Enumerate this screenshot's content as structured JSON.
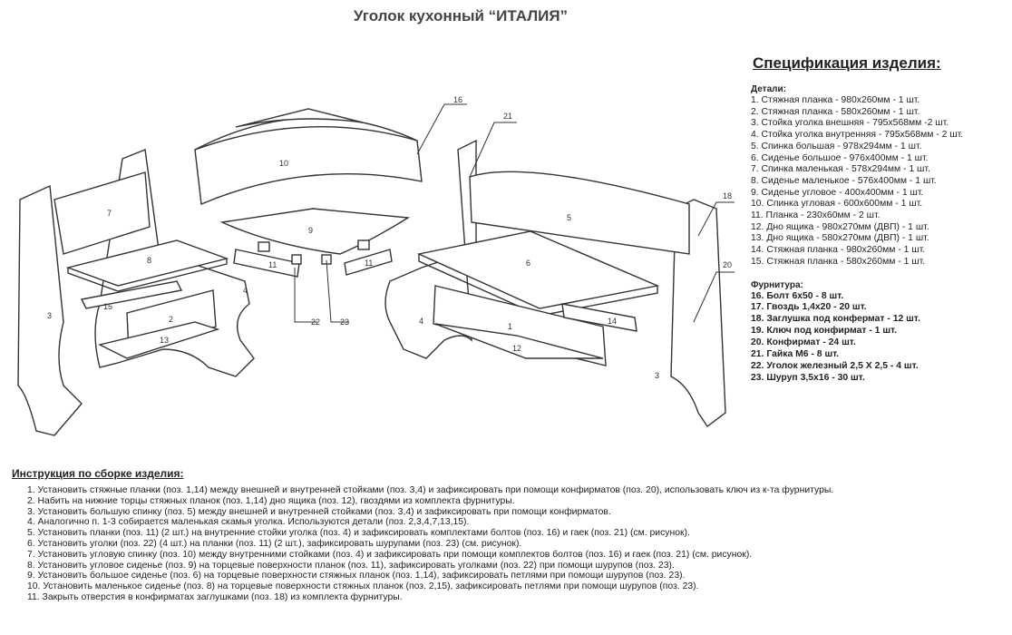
{
  "title": "Уголок кухонный “ИТАЛИЯ”",
  "spec": {
    "heading": "Спецификация изделия:",
    "details_heading": "Детали:",
    "details": [
      "1. Стяжная планка - 980х260мм - 1 шт.",
      "2. Стяжная планка - 580х260мм - 1 шт.",
      "3. Стойка уголка внешняя - 795х568мм -2 шт.",
      "4. Стойка уголка внутренняя  - 795х568мм - 2 шт.",
      "5. Спинка большая - 978х294мм - 1 шт.",
      "6. Сиденье большое - 976х400мм - 1 шт.",
      "7. Спинка маленькая - 578х294мм - 1 шт.",
      "8. Сиденье маленькое - 576х400мм - 1 шт.",
      "9. Сиденье угловое - 400х400мм - 1 шт.",
      "10. Спинка угловая - 600х600мм - 1 шт.",
      "11. Планка - 230х60мм - 2 шт.",
      "12. Дно ящика - 980х270мм (ДВП) - 1 шт.",
      "13. Дно ящика - 580х270мм (ДВП) - 1 шт.",
      "14. Стяжная планка - 980х260мм - 1 шт.",
      "15. Стяжная планка - 580х260мм - 1 шт."
    ],
    "hardware_heading": "Фурнитура:",
    "hardware": [
      "16. Болт 6х50 - 8 шт.",
      "17. Гвоздь 1,4х20 - 20 шт.",
      "18. Заглушка под конфермат - 12 шт.",
      "19. Ключ под конфирмат - 1 шт.",
      "20. Конфирмат - 24 шт.",
      "21. Гайка М6 - 8 шт.",
      "22. Уголок железный 2,5 Х 2,5 - 4 шт.",
      "23. Шуруп 3,5х16 - 30 шт."
    ]
  },
  "instructions": {
    "heading": "Инструкция по сборке изделия:",
    "steps": [
      "1. Установить стяжные планки (поз. 1,14)  между внешней и внутренней стойками (поз. 3,4) и зафиксировать при помощи конфирматов (поз. 20), использовать ключ из к-та фурнитуры.",
      "2. Набить на нижние торцы стяжных планок (поз. 1,14) дно ящика (поз. 12), гвоздями из комплекта фурнитуры.",
      "3. Установить большую спинку (поз. 5) между внешней и внутренней стойками (поз. 3,4) и зафиксировать при помощи конфирматов.",
      "4. Аналогично п. 1-3 собирается маленькая скамья уголка. Используются детали (поз. 2,3,4,7,13,15).",
      "5. Установить планки (поз. 11) (2 шт.) на внутренние стойки уголка (поз. 4) и зафиксировать комплектами болтов (поз. 16) и гаек (поз. 21)  (см. рисунок).",
      "6. Установить уголки (поз. 22) (4 шт.) на планки (поз. 11) (2 шт.), зафиксировать шурупами (поз. 23) (см. рисунок).",
      "7. Установить угловую спинку (поз. 10) между внутренними стойками (поз. 4) и зафиксировать при помощи комплектов болтов (поз. 16) и гаек (поз. 21) (см. рисунок).",
      "8. Установить угловое сиденье (поз. 9) на торцевые поверхности планок (поз. 11), зафиксировать уголками (поз. 22) при помощи шурупов (поз. 23).",
      "9. Установить большое сиденье (поз. 6) на торцевые поверхности стяжных планок (поз. 1,14), зафиксировать петлями  при помощи шурупов (поз. 23).",
      "10. Установить маленькое сиденье (поз. 8) на торцевые поверхности стяжных планок (поз. 2,15), зафиксировать петлями  при помощи шурупов (поз. 23).",
      "11. Закрыть отверстия в конфирматах заглушками (поз. 18) из комплекта фурнитуры."
    ]
  },
  "drawing": {
    "callouts": [
      "16",
      "21",
      "18",
      "20",
      "22",
      "23"
    ],
    "part_numbers": [
      "1",
      "2",
      "3",
      "4",
      "5",
      "6",
      "7",
      "8",
      "9",
      "10",
      "11",
      "11",
      "12",
      "13",
      "14",
      "15",
      "3",
      "4"
    ]
  }
}
